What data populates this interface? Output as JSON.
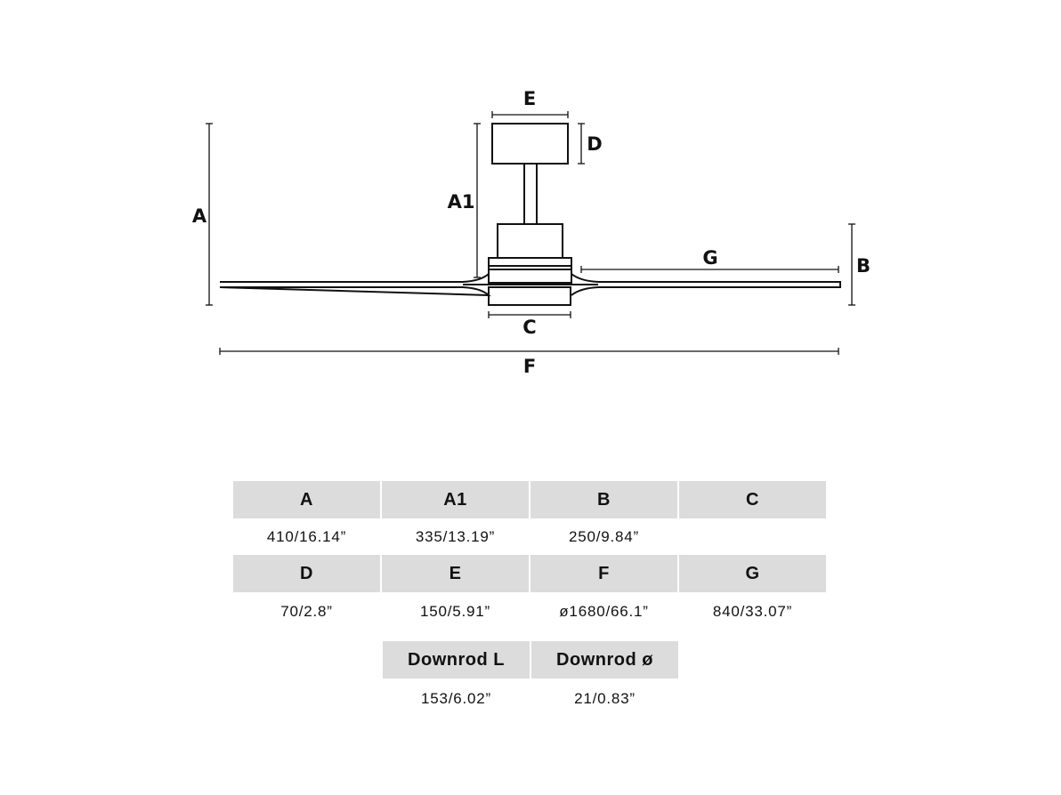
{
  "diagram": {
    "labels": {
      "A": "A",
      "A1": "A1",
      "B": "B",
      "C": "C",
      "D": "D",
      "E": "E",
      "F": "F",
      "G": "G"
    }
  },
  "table": {
    "columns": [
      {
        "header": "A",
        "value": "410/16.14”"
      },
      {
        "header": "A1",
        "value": "335/13.19”"
      },
      {
        "header": "B",
        "value": "250/9.84”"
      },
      {
        "header": "C",
        "value": ""
      },
      {
        "header": "D",
        "value": "70/2.8”"
      },
      {
        "header": "E",
        "value": "150/5.91”"
      },
      {
        "header": "F",
        "value": "ø1680/66.1”"
      },
      {
        "header": "G",
        "value": "840/33.07”"
      },
      {
        "header": "Downrod L",
        "value": "153/6.02”"
      },
      {
        "header": "Downrod ø",
        "value": "21/0.83”"
      }
    ]
  }
}
